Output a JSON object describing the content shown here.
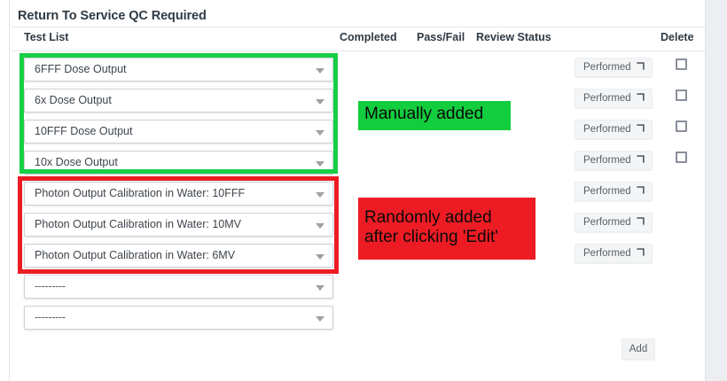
{
  "panel": {
    "title": "Return To Service QC Required"
  },
  "table": {
    "headers": {
      "test_list": "Test List",
      "completed": "Completed",
      "pass_fail": "Pass/Fail",
      "review_status": "Review Status",
      "delete": "Delete"
    },
    "performed_label": "Performed",
    "performed_icon": "external-link-icon",
    "rows": [
      {
        "test": "6FFF Dose Output",
        "performed": true,
        "has_checkbox": true,
        "checked": false,
        "group": "manual"
      },
      {
        "test": "6x Dose Output",
        "performed": true,
        "has_checkbox": true,
        "checked": false,
        "group": "manual"
      },
      {
        "test": "10FFF Dose Output",
        "performed": true,
        "has_checkbox": true,
        "checked": false,
        "group": "manual"
      },
      {
        "test": "10x Dose Output",
        "performed": true,
        "has_checkbox": true,
        "checked": false,
        "group": "manual"
      },
      {
        "test": "Photon Output Calibration in Water: 10FFF",
        "performed": true,
        "has_checkbox": false,
        "checked": false,
        "group": "random"
      },
      {
        "test": "Photon Output Calibration in Water: 10MV",
        "performed": true,
        "has_checkbox": false,
        "checked": false,
        "group": "random"
      },
      {
        "test": "Photon Output Calibration in Water: 6MV",
        "performed": true,
        "has_checkbox": false,
        "checked": false,
        "group": "random"
      },
      {
        "test": "---------",
        "performed": false,
        "has_checkbox": false,
        "checked": false,
        "group": "empty"
      },
      {
        "test": "---------",
        "performed": false,
        "has_checkbox": false,
        "checked": false,
        "group": "empty"
      }
    ]
  },
  "footer": {
    "add_label": "Add"
  },
  "annotations": {
    "green": {
      "text": "Manually added",
      "color": "#12cd3e"
    },
    "red": {
      "line1": "Randomly added",
      "line2": "after clicking 'Edit'",
      "color": "#ed1c24"
    }
  }
}
